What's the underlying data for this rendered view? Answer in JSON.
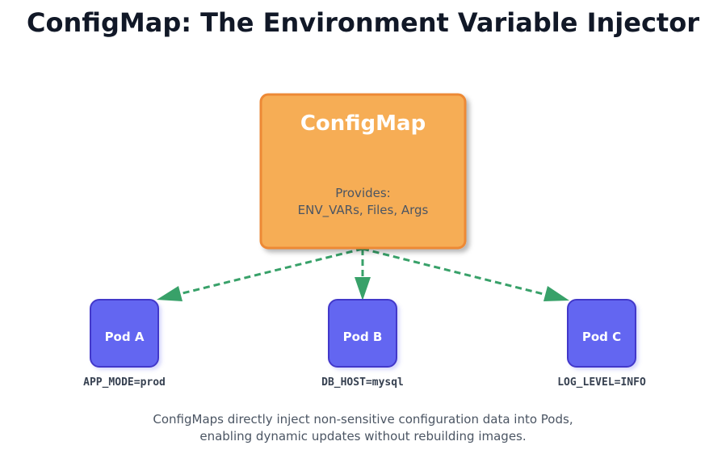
{
  "title": "ConfigMap: The Environment Variable Injector",
  "configmap": {
    "title": "ConfigMap",
    "provides_line1": "Provides:",
    "provides_line2": "ENV_VARs, Files, Args",
    "fill_color": "#f6ad55",
    "border_color": "#ed8936"
  },
  "pods": [
    {
      "label": "Pod A",
      "env": "APP_MODE=prod"
    },
    {
      "label": "Pod B",
      "env": "DB_HOST=mysql"
    },
    {
      "label": "Pod C",
      "env": "LOG_LEVEL=INFO"
    }
  ],
  "pod_colors": {
    "fill": "#6366f1",
    "border": "#4338ca"
  },
  "arrow_color": "#38a169",
  "caption": {
    "line1": "ConfigMaps directly inject non-sensitive configuration data into Pods,",
    "line2": "enabling dynamic updates without rebuilding images."
  }
}
